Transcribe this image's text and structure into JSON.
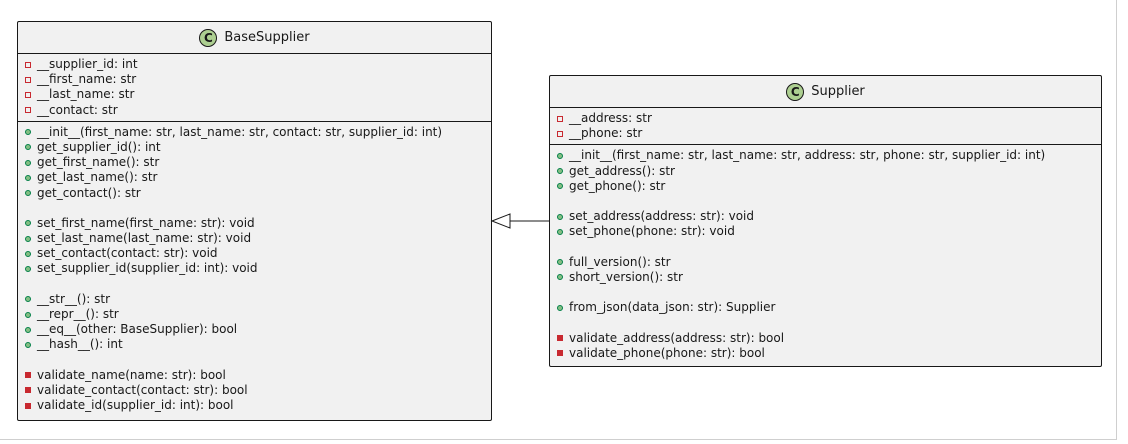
{
  "classes": [
    {
      "id": "base",
      "name": "BaseSupplier",
      "badge": "C",
      "fields": [
        {
          "vis": "private",
          "text": "__supplier_id: int"
        },
        {
          "vis": "private",
          "text": "__first_name: str"
        },
        {
          "vis": "private",
          "text": "__last_name: str"
        },
        {
          "vis": "private",
          "text": "__contact: str"
        }
      ],
      "method_groups": [
        [
          {
            "vis": "public",
            "text": "__init__(first_name: str, last_name: str, contact: str, supplier_id: int)"
          },
          {
            "vis": "public",
            "text": "get_supplier_id(): int"
          },
          {
            "vis": "public",
            "text": "get_first_name(): str"
          },
          {
            "vis": "public",
            "text": "get_last_name(): str"
          },
          {
            "vis": "public",
            "text": "get_contact(): str"
          }
        ],
        [
          {
            "vis": "public",
            "text": "set_first_name(first_name: str): void"
          },
          {
            "vis": "public",
            "text": "set_last_name(last_name: str): void"
          },
          {
            "vis": "public",
            "text": "set_contact(contact: str): void"
          },
          {
            "vis": "public",
            "text": "set_supplier_id(supplier_id: int): void"
          }
        ],
        [
          {
            "vis": "public",
            "text": "__str__(): str"
          },
          {
            "vis": "public",
            "text": "__repr__(): str"
          },
          {
            "vis": "public",
            "text": "__eq__(other: BaseSupplier): bool"
          },
          {
            "vis": "public",
            "text": "__hash__(): int"
          }
        ],
        [
          {
            "vis": "private",
            "text": "validate_name(name: str): bool"
          },
          {
            "vis": "private",
            "text": "validate_contact(contact: str): bool"
          },
          {
            "vis": "private",
            "text": "validate_id(supplier_id: int): bool"
          }
        ]
      ]
    },
    {
      "id": "supplier",
      "name": "Supplier",
      "badge": "C",
      "fields": [
        {
          "vis": "private",
          "text": "__address: str"
        },
        {
          "vis": "private",
          "text": "__phone: str"
        }
      ],
      "method_groups": [
        [
          {
            "vis": "public",
            "text": "__init__(first_name: str, last_name: str, address: str, phone: str, supplier_id: int)"
          },
          {
            "vis": "public",
            "text": "get_address(): str"
          },
          {
            "vis": "public",
            "text": "get_phone(): str"
          }
        ],
        [
          {
            "vis": "public",
            "text": "set_address(address: str): void"
          },
          {
            "vis": "public",
            "text": "set_phone(phone: str): void"
          }
        ],
        [
          {
            "vis": "public",
            "text": "full_version(): str"
          },
          {
            "vis": "public",
            "text": "short_version(): str"
          }
        ],
        [
          {
            "vis": "public",
            "text": "from_json(data_json: str): Supplier"
          }
        ],
        [
          {
            "vis": "private",
            "text": "validate_address(address: str): bool"
          },
          {
            "vis": "private",
            "text": "validate_phone(phone: str): bool"
          }
        ]
      ]
    }
  ],
  "relations": [
    {
      "type": "inheritance",
      "from": "Supplier",
      "to": "BaseSupplier"
    }
  ],
  "colors": {
    "class_bg": "#f1f1f1",
    "badge_bg": "#adcf91",
    "private": "#c82930",
    "public": "#84be84",
    "line": "#181818"
  }
}
